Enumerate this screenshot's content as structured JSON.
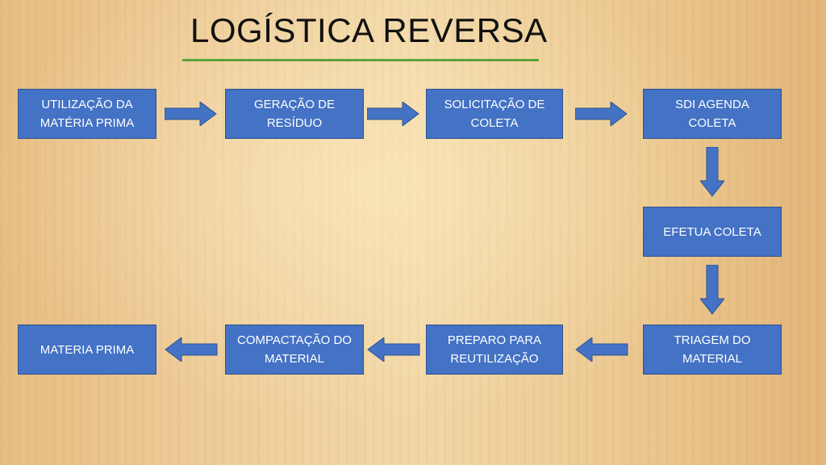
{
  "title": "LOGÍSTICA REVERSA",
  "colors": {
    "box_fill": "#4472c4",
    "box_border": "#2f528f",
    "title_underline": "#5aa33a",
    "text": "#ffffff"
  },
  "steps": [
    "UTILIZAÇÃO DA\nMATÉRIA PRIMA",
    "GERAÇÃO DE\nRESÍDUO",
    "SOLICITAÇÃO DE\nCOLETA",
    "SDI AGENDA\nCOLETA",
    "EFETUA COLETA",
    "TRIAGEM DO\nMATERIAL",
    "PREPARO PARA\nREUTILIZAÇÃO",
    "COMPACTAÇÃO DO\nMATERIAL",
    "MATERIA PRIMA"
  ],
  "flow": [
    {
      "from": 0,
      "to": 1,
      "direction": "right"
    },
    {
      "from": 1,
      "to": 2,
      "direction": "right"
    },
    {
      "from": 2,
      "to": 3,
      "direction": "right"
    },
    {
      "from": 3,
      "to": 4,
      "direction": "down"
    },
    {
      "from": 4,
      "to": 5,
      "direction": "down"
    },
    {
      "from": 5,
      "to": 6,
      "direction": "left"
    },
    {
      "from": 6,
      "to": 7,
      "direction": "left"
    },
    {
      "from": 7,
      "to": 8,
      "direction": "left"
    }
  ]
}
